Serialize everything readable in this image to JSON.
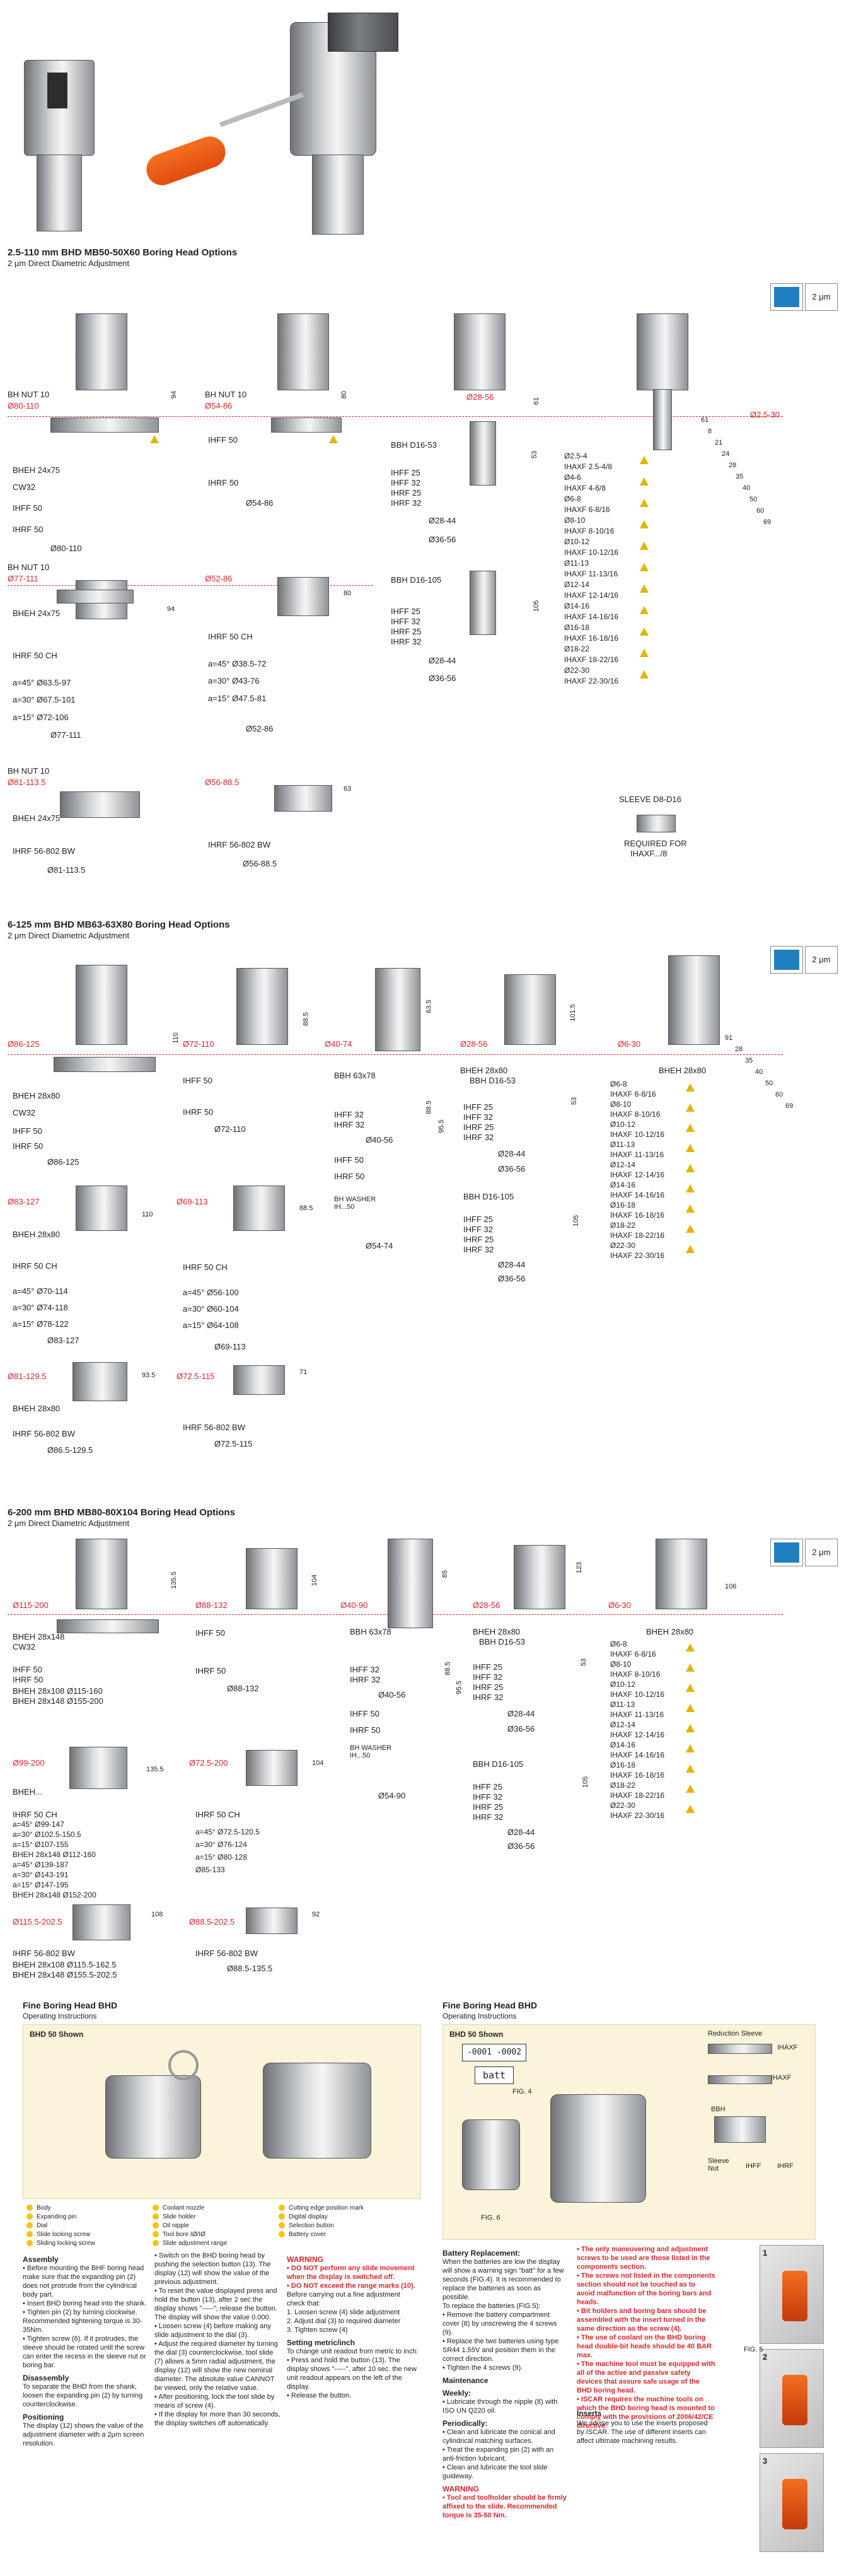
{
  "s1": {
    "title": "2.5-110 mm BHD MB50-50X60 Boring Head Options",
    "subtitle": "2 μm Direct Diametric Adjustment",
    "badge": "2 μm",
    "g1": {
      "nut": "BH NUT 10",
      "red": "Ø80-110",
      "bheh": "BHEH 24x75",
      "cw": "CW32",
      "ihff": "IHFF 50",
      "ihrf": "IHRF 50",
      "dia": "Ø80-110",
      "dim": "94"
    },
    "g2": {
      "nut": "BH NUT 10",
      "red": "Ø54-86",
      "ihff": "IHFF 50",
      "ihrf": "IHRF 50",
      "dia": "Ø54-86",
      "dim": "80"
    },
    "g3": {
      "red": "Ø28-56",
      "bbh": "BBH D16-53",
      "ihff25": "IHFF 25",
      "ihff32": "IHFF 32",
      "ihrf25": "IHRF 25",
      "ihrf32": "IHRF 32",
      "d1": "Ø28-44",
      "d2": "Ø36-56",
      "bbh2": "BBH D16-105",
      "ihff25b": "IHFF 25",
      "ihff32b": "IHFF 32",
      "ihrf25b": "IHRF 25",
      "ihrf32b": "IHRF 32",
      "d3": "Ø28-44",
      "d4": "Ø36-56",
      "dim1": "61",
      "dim2": "53",
      "dim3": "105"
    },
    "g4": {
      "red": "Ø2.5-30",
      "items": [
        "Ø2.5-4",
        "IHAXF 2.5-4/8",
        "Ø4-6",
        "IHAXF 4-6/8",
        "Ø6-8",
        "IHAXF 6-8/16",
        "Ø8-10",
        "IHAXF 8-10/16",
        "Ø10-12",
        "IHAXF 10-12/16",
        "Ø11-13",
        "IHAXF 11-13/16",
        "Ø12-14",
        "IHAXF 12-14/16",
        "Ø14-16",
        "IHAXF 14-16/16",
        "Ø16-18",
        "IHAXF 16-18/16",
        "Ø18-22",
        "IHAXF 18-22/16",
        "Ø22-30",
        "IHAXF 22-30/16"
      ],
      "dims": [
        "61",
        "8",
        "21",
        "24",
        "28",
        "35",
        "40",
        "50",
        "60",
        "69"
      ]
    },
    "g5": {
      "nut": "BH NUT 10",
      "red": "Ø77-111",
      "bheh": "BHEH 24x75",
      "ch": "IHRF 50 CH",
      "r1": "a=45°   Ø63.5-97",
      "r2": "a=30°   Ø67.5-101",
      "r3": "a=15°   Ø72-106",
      "r4": "Ø77-111",
      "dim": "94",
      "a": "a"
    },
    "g6": {
      "red": "Ø52-86",
      "ch": "IHRF 50 CH",
      "r1": "a=45°   Ø38.5-72",
      "r2": "a=30°   Ø43-76",
      "r3": "a=15°   Ø47.5-81",
      "r4": "Ø52-86",
      "dim": "80",
      "a": "a"
    },
    "g7": {
      "nut": "BH NUT 10",
      "red": "Ø81-113.5",
      "bheh": "BHEH 24x75",
      "bw": "IHRF 56-802 BW",
      "dia": "Ø81-113.5"
    },
    "g8": {
      "red": "Ø56-88.5",
      "bw": "IHRF 56-802 BW",
      "dia": "Ø56-88.5",
      "dim": "63"
    },
    "sleeve": {
      "label": "SLEEVE D8-D16",
      "req1": "REQUIRED FOR",
      "req2": "IHAXF.../8"
    }
  },
  "s2": {
    "title": "6-125 mm BHD MB63-63X80 Boring Head Options",
    "subtitle": "2 μm Direct Diametric Adjustment",
    "badge": "2 μm",
    "g1": {
      "red": "Ø86-125",
      "bheh": "BHEH 28x80",
      "cw": "CW32",
      "ihff": "IHFF 50",
      "ihrf": "IHRF 50",
      "dia": "Ø86-125",
      "dim": "110"
    },
    "g2": {
      "red": "Ø72-110",
      "ihff": "IHFF 50",
      "ihrf": "IHRF 50",
      "dia": "Ø72-110",
      "dim": "88.5"
    },
    "g3": {
      "red": "Ø40-74",
      "bbh": "BBH 63x78",
      "ihff32": "IHFF 32",
      "ihrf32": "IHRF 32",
      "d1": "Ø40-56",
      "ihff50": "IHFF 50",
      "ihrf50": "IHRF 50",
      "washer": "BH WASHER IH...50",
      "d2": "Ø54-74",
      "dim1": "63.5",
      "dim2": "88.5",
      "dim3": "95.5"
    },
    "g4": {
      "red": "Ø28-56",
      "bheh": "BHEH 28x80",
      "bbh": "BBH D16-53",
      "ihff25": "IHFF 25",
      "ihff32": "IHFF 32",
      "ihrf25": "IHRF 25",
      "ihrf32": "IHRF 32",
      "d1": "Ø28-44",
      "d2": "Ø36-56",
      "bbh2": "BBH D16-105",
      "ihff25b": "IHFF 25",
      "ihff32b": "IHFF 32",
      "ihrf25b": "IHRF 25",
      "ihrf32b": "IHRF 32",
      "d3": "Ø28-44",
      "d4": "Ø36-56",
      "dim1": "101.5",
      "dim2": "53",
      "dim3": "105"
    },
    "g5": {
      "red": "Ø6-30",
      "bheh": "BHEH 28x80",
      "items": [
        "Ø6-8",
        "IHAXF 6-8/16",
        "Ø8-10",
        "IHAXF 8-10/16",
        "Ø10-12",
        "IHAXF 10-12/16",
        "Ø11-13",
        "IHAXF 11-13/16",
        "Ø12-14",
        "IHAXF 12-14/16",
        "Ø14-16",
        "IHAXF 14-16/16",
        "Ø16-18",
        "IHAXF 16-18/16",
        "Ø18-22",
        "IHAXF 18-22/16",
        "Ø22-30",
        "IHAXF 22-30/16"
      ],
      "dims": [
        "91",
        "28",
        "35",
        "40",
        "50",
        "60",
        "69"
      ]
    },
    "g6": {
      "red": "Ø83-127",
      "bheh": "BHEH 28x80",
      "ch": "IHRF 50 CH",
      "r1": "a=45°   Ø70-114",
      "r2": "a=30°   Ø74-118",
      "r3": "a=15°   Ø78-122",
      "r4": "Ø83-127",
      "dim": "110"
    },
    "g7": {
      "red": "Ø69-113",
      "ch": "IHRF 50 CH",
      "r1": "a=45°   Ø56-100",
      "r2": "a=30°   Ø60-104",
      "r3": "a=15°   Ø64-108",
      "r4": "Ø69-113",
      "dim": "88.5"
    },
    "g8": {
      "red": "Ø81-129.5",
      "bheh": "BHEH 28x80",
      "bw": "IHRF 56-802 BW",
      "dia": "Ø86.5-129.5",
      "dim": "93.5"
    },
    "g9": {
      "red": "Ø72.5-115",
      "bw": "IHRF 56-802 BW",
      "dia": "Ø72.5-115",
      "dim": "71"
    }
  },
  "s3": {
    "title": "6-200 mm BHD MB80-80X104 Boring Head Options",
    "subtitle": "2 μm Direct Diametric Adjustment",
    "badge": "2 μm",
    "g1": {
      "red": "Ø115-200",
      "bheh": "BHEH 28x148",
      "cw": "CW32",
      "ihff": "IHFF 50",
      "ihrf": "IHRF 50",
      "r1": "BHEH 28x108  Ø115-160",
      "r2": "BHEH 28x148  Ø155-200",
      "dim": "135.5"
    },
    "g2": {
      "red": "Ø88-132",
      "ihff": "IHFF 50",
      "ihrf": "IHRF 50",
      "dia": "Ø88-132",
      "dim": "104"
    },
    "g3": {
      "red": "Ø40-90",
      "bbh": "BBH 63x78",
      "ihff32": "IHFF 32",
      "ihrf32": "IHRF 32",
      "d1": "Ø40-56",
      "ihff50": "IHFF 50",
      "ihrf50": "IHRF 50",
      "washer": "BH WASHER IH...50",
      "d2": "Ø54-90",
      "dim1": "85",
      "dim2": "88.5",
      "dim3": "95.5"
    },
    "g4": {
      "red": "Ø28-56",
      "bheh": "BHEH 28x80",
      "bbh": "BBH D16-53",
      "ihff25": "IHFF 25",
      "ihff32": "IHFF 32",
      "ihrf25": "IHRF 25",
      "ihrf32": "IHRF 32",
      "d1": "Ø28-44",
      "d2": "Ø36-56",
      "bbh2": "BBH D16-105",
      "ihff25b": "IHFF 25",
      "ihff32b": "IHFF 32",
      "ihrf25b": "IHRF 25",
      "ihrf32b": "IHRF 32",
      "d3": "Ø28-44",
      "d4": "Ø36-56",
      "dim1": "123",
      "dim2": "53",
      "dim3": "105"
    },
    "g5": {
      "red": "Ø6-30",
      "bheh": "BHEH 28x80",
      "items": [
        "Ø6-8",
        "IHAXF 6-8/16",
        "Ø8-10",
        "IHAXF 8-10/16",
        "Ø10-12",
        "IHAXF 10-12/16",
        "Ø11-13",
        "IHAXF 11-13/16",
        "Ø12-14",
        "IHAXF 12-14/16",
        "Ø14-16",
        "IHAXF 14-16/16",
        "Ø16-18",
        "IHAXF 16-18/16",
        "Ø18-22",
        "IHAXF 18-22/16",
        "Ø22-30",
        "IHAXF 22-30/16"
      ],
      "dims": [
        "106"
      ]
    },
    "g6": {
      "red": "Ø99-200",
      "ch": "IHRF 50 CH",
      "bheh": "BHEH...",
      "rows": [
        "a=45°   Ø99-147",
        "a=30°   Ø102.5-150.5",
        "a=15°   Ø107-155",
        "BHEH 28x148  Ø112-160",
        "a=45°   Ø139-187",
        "a=30°   Ø143-191",
        "a=15°   Ø147-195",
        "BHEH 28x148  Ø152-200"
      ],
      "dim": "135.5"
    },
    "g7": {
      "red": "Ø72.5-200",
      "ch": "IHRF 50 CH",
      "rows": [
        "a=45°   Ø72.5-120.5",
        "a=30°   Ø76-124",
        "a=15°   Ø80-128",
        "Ø85-133"
      ],
      "dim": "104"
    },
    "g8": {
      "red": "Ø115.5-202.5",
      "bw": "IHRF 56-802 BW",
      "r1": "BHEH 28x108  Ø115.5-162.5",
      "r2": "BHEH 28x148  Ø155.5-202.5",
      "dim": "108"
    },
    "g9": {
      "red": "Ø88.5-202.5",
      "bw": "IHRF 56-802 BW",
      "dia": "Ø88.5-135.5",
      "dim": "92"
    }
  },
  "ops1": {
    "title": "Fine Boring Head BHD",
    "subtitle": "Operating Instructions",
    "shown": "BHD 50 Shown",
    "legend": [
      "Body",
      "Expanding pin",
      "Dial",
      "Slide locking screw",
      "Sliding locking screw",
      "Coolant nozzle",
      "Slide holder",
      "Oil nipple",
      "Tool bore IØ/IØ",
      "Slide adjustment range",
      "Cutting edge position mark",
      "Digital display",
      "Selection button",
      "Battery cover"
    ],
    "col1": [
      {
        "h": "Assembly",
        "b": "• Before mounting the BHF boring head make sure that the expanding pin (2) does not protrude from the cylindrical body part.\n• Insert BHD boring head into the shank.\n• Tighten pin (2) by turning clockwise. Recommended tightening torque is 30-35Nm.\n• Tighten screw (6). If it protrudes, the sleeve should be rotated until the screw can enter the recess in the sleeve nut or boring bar."
      },
      {
        "h": "Disassembly",
        "b": "To separate the BHD from the shank, loosen the expanding pin (2) by turning counterclockwise."
      },
      {
        "h": "Positioning",
        "b": "The display (12) shows the value of the adjustment diameter with a 2μm screen resolution."
      }
    ],
    "col2": "• Switch on the BHD boring head by pushing the selection button (13). The display (12) will show the value of the previous adjustment.\n• To reset the value displayed press and hold the button (13), after 2 sec the display shows \"-----\"; release the button. The display will show the value 0.000.\n• Loosen screw (4) before making any slide adjustment to the dial (3).\n• Adjust the required diameter by turning the dial (3) counterclockwise, tool slide (7) allows a 5mm radial adjustment, the display (12) will show the new nominal diameter. The absolute value CANNOT be viewed, only the relative value.\n• After positioning, lock the tool slide by means of screw (4).\n• If the display for more than 30 seconds, the display switches off automatically.",
    "col3": [
      {
        "h": "WARNING",
        "b": "• DO NOT perform any slide movement when the display is switched off.\n• DO NOT exceed the range marks (10)."
      },
      {
        "h": "",
        "b": "Before carrying out a fine adjustment check that:\n1. Loosen screw (4) slide adjustment\n2. Adjust dial (3) to required diameter\n3. Tighten screw (4)"
      },
      {
        "h": "Setting metric/inch",
        "b": "To change unit readout from metric to inch:\n• Press and hold the button (13). The display shows \"-----\", after 10 sec. the new unit readout appears on the left of the display.\n• Release the button."
      }
    ]
  },
  "ops2": {
    "title": "Fine Boring Head BHD",
    "subtitle": "Operating Instructions",
    "shown": "BHD 50 Shown",
    "lcd1": "-0001 -0002",
    "lcd2": "batt",
    "fig4": "FIG. 4",
    "fig6": "FIG. 6",
    "fig5": "FIG. 5",
    "labels": {
      "reduction": "Reduction Sleeve",
      "ihaxf1": "IHAXF",
      "ihaxf2": "IHAXF",
      "bbh": "BBH",
      "sleeve": "Sleeve Nut",
      "ihff": "IHFF",
      "ihrf": "IHRF"
    },
    "left": [
      {
        "h": "Battery Replacement:",
        "b": "When the batteries are low the display will show a warning sign \"batt\" for a few seconds (FIG.4). It is recommended to replace the batteries as soon as possible.\nTo replace the batteries (FIG.5):\n• Remove the battery compartment cover (8) by unscrewing the 4 screws (9).\n• Replace the two batteries using type SR44 1.55V and position them in the correct direction.\n• Tighten the 4 screws (9)."
      },
      {
        "h": "Maintenance",
        "b": ""
      },
      {
        "h": "Weekly:",
        "b": "• Lubricate through the nipple (8) with ISO UN Q220 oil."
      },
      {
        "h": "Periodically:",
        "b": "• Clean and lubricate the conical and cylindrical matching surfaces.\n• Treat the expanding pin (2) with an anti-friction lubricant.\n• Clean and lubricate the tool slide guideway."
      },
      {
        "h": "WARNING",
        "b": "• Tool and toolholder should be firmly affixed to the slide. Recommended torque is 35-50 Nm."
      }
    ],
    "right": "• The only maneuvering and adjustment screws to be used are those listed in the components section.\n• The screws not listed in the components section should not be touched as to avoid malfunction of the boring bars and heads.\n• Bit holders and boring bars should be assembled with the insert turned in the same direction as the screw (4).\n• The use of coolant on the BHD boring head double-bit heads should be 40 BAR max.\n• The machine tool must be equipped with all of the active and passive safety devices that assure safe usage of the BHD boring head.\n• ISCAR requires the machine tools on which the BHD boring head is mounted to comply with the provisions of 2006/42/CE directive.",
    "inserts_h": "Inserts",
    "inserts_b": "We advise you to use the inserts proposed by ISCAR. The use of different inserts can affect ultimate machining results.",
    "steps": [
      "1",
      "2",
      "3"
    ]
  }
}
